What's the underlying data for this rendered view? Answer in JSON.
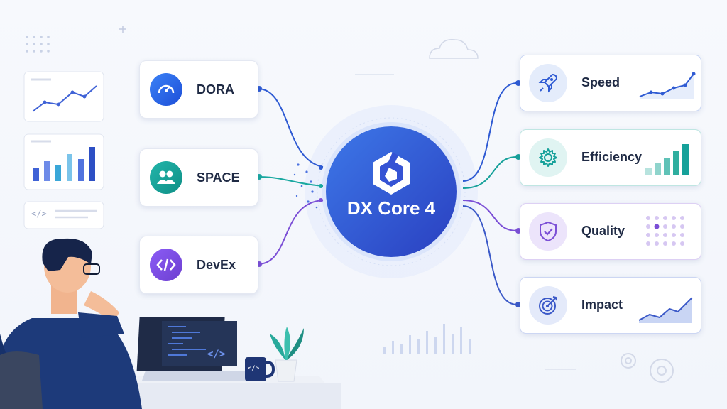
{
  "hub": {
    "title": "DX Core 4"
  },
  "sources": [
    {
      "label": "DORA",
      "icon": "gauge-icon",
      "color": "#2563eb"
    },
    {
      "label": "SPACE",
      "icon": "people-icon",
      "color": "#13a89e"
    },
    {
      "label": "DevEx",
      "icon": "code-icon",
      "color": "#7c4ddf"
    }
  ],
  "outputs": [
    {
      "label": "Speed",
      "icon": "rocket-icon",
      "color": "#2f5bd3"
    },
    {
      "label": "Efficiency",
      "icon": "gear-icon",
      "color": "#16a19a"
    },
    {
      "label": "Quality",
      "icon": "shield-check-icon",
      "color": "#7b4fd6"
    },
    {
      "label": "Impact",
      "icon": "target-icon",
      "color": "#3b59c8"
    }
  ],
  "laptop": {
    "code_symbol": "</>"
  },
  "mug": {
    "code_symbol": "</>"
  },
  "sidebar_snippet": {
    "code_symbol": "</>"
  }
}
